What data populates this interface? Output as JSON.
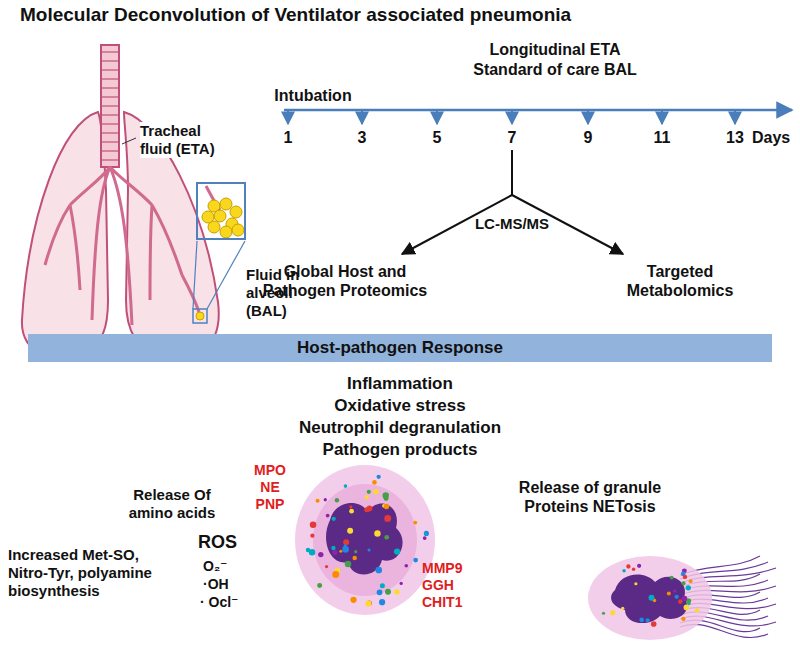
{
  "diagram": {
    "title": "Molecular Deconvolution of Ventilator associated pneumonia",
    "nodes": [
      {
        "text": [
          "Fluid in alveoli (BAL)"
        ]
      },
      {
        "text": [
          "Host-pathogen Response"
        ]
      }
    ],
    "labels": [
      "Tracheal fluid (ETA)",
      "Longitudinal ETA",
      "Standard of care BAL",
      "Intubation",
      "1",
      "3",
      "5",
      "7",
      "9",
      "11",
      "13",
      "Days",
      "LC-MS/MS",
      "Global Host and Pathogen Proteomics",
      "Targeted Metabolomics",
      "Inflammation",
      "Oxidative stress",
      "Neutrophil degranulation",
      "Pathogen products",
      "Release Of amino acids",
      "Increased Met-SO, Nitro-Tyr, polyamine biosynthesis",
      "ROS",
      "O₂⁻",
      "·OH",
      "· Ocl⁻",
      "MPO NE PNP",
      "MMP9 GGH CHIT1",
      "Release of granule Proteins NETosis"
    ]
  }
}
